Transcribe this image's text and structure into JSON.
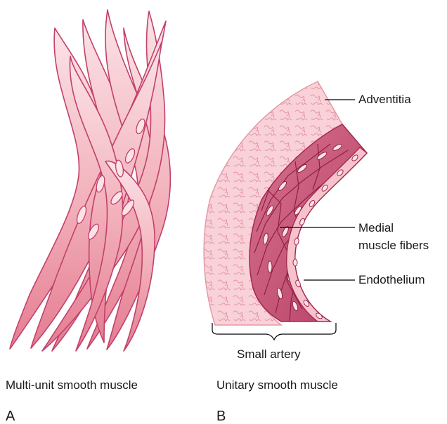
{
  "panel_a": {
    "caption": "Multi-unit smooth muscle",
    "letter": "A"
  },
  "panel_b": {
    "caption": "Unitary smooth muscle",
    "letter": "B",
    "labels": {
      "adventitia": "Adventitia",
      "medial_line1": "Medial",
      "medial_line2": "muscle fibers",
      "endothelium": "Endothelium",
      "small_artery": "Small artery"
    }
  },
  "colors": {
    "fiber_fill": "#f0a9b2",
    "fiber_edge": "#c2406a",
    "adventitia_fill": "#f8d2d8",
    "media_fill": "#c8577a",
    "media_dark": "#a3284f",
    "endothelium_fill": "#f6c3cc",
    "leader_line": "#000000"
  }
}
